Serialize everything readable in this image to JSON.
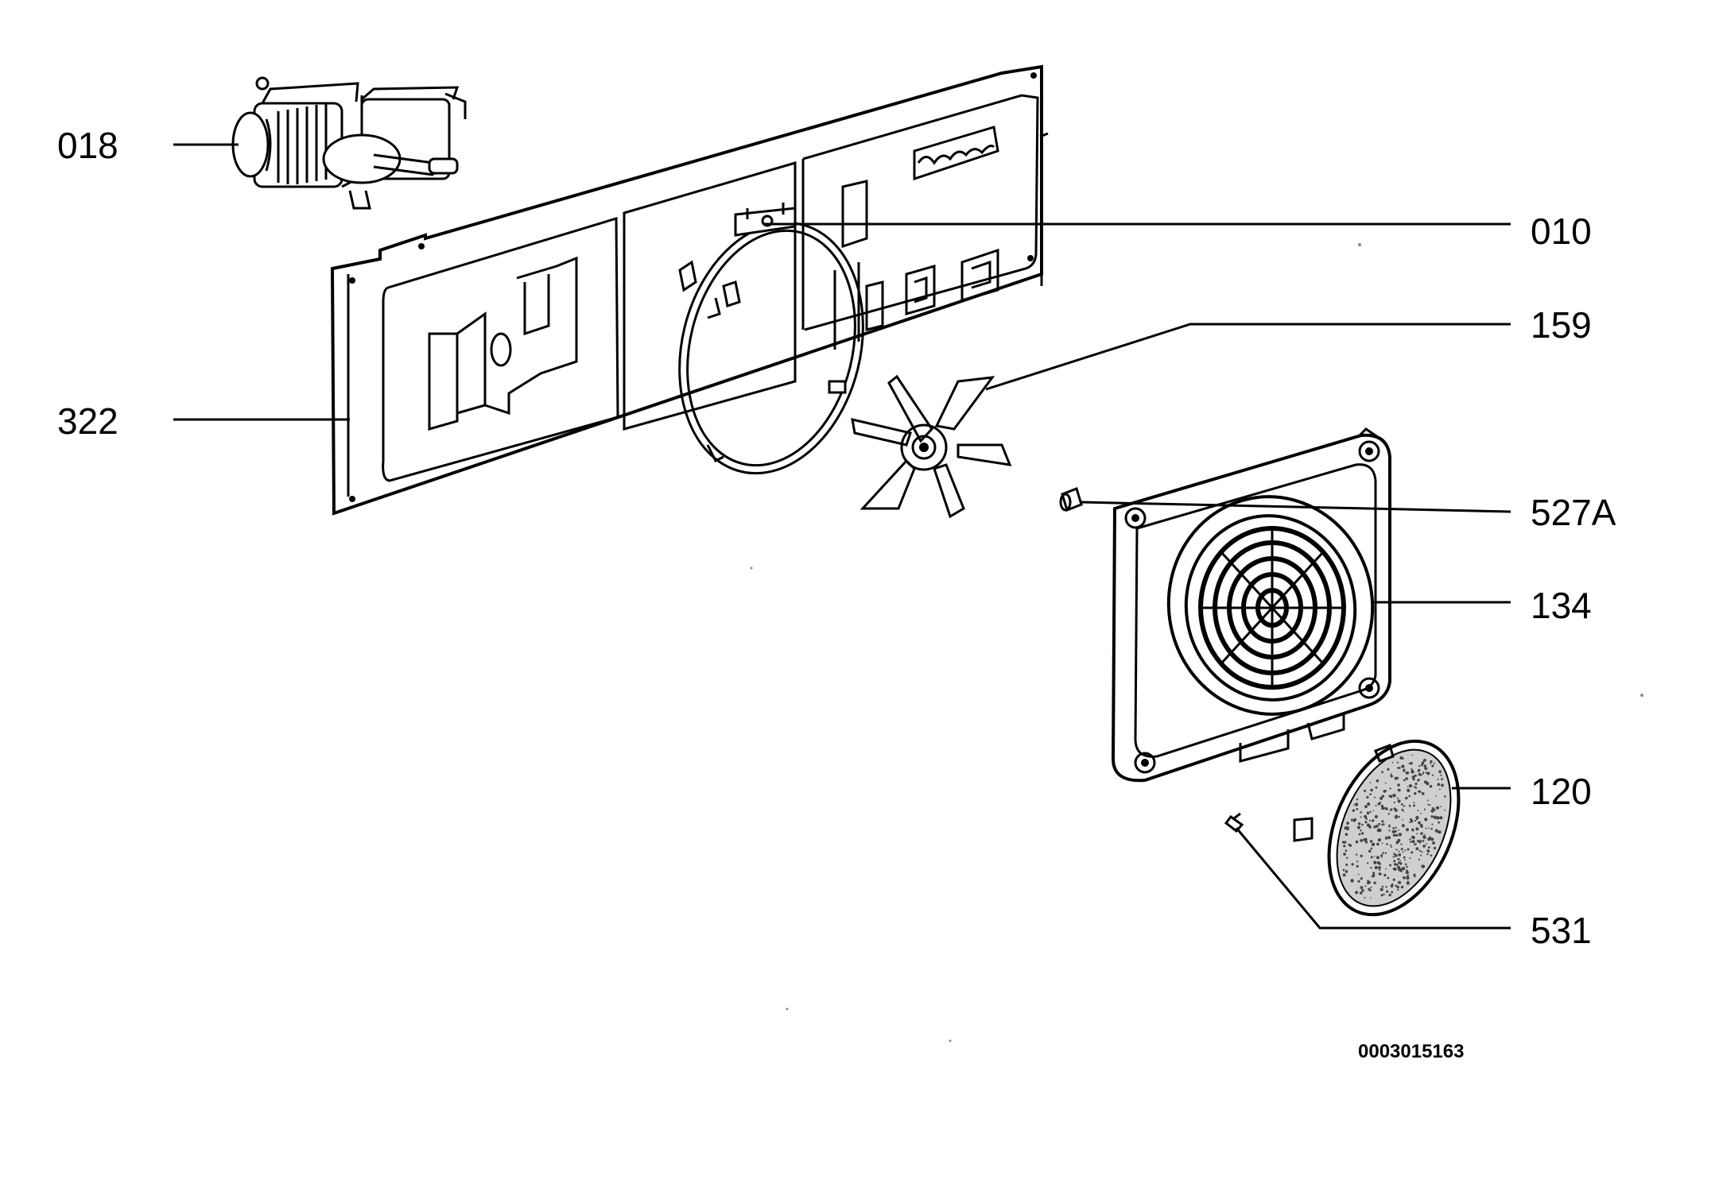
{
  "document_number": "0003015163",
  "parts": [
    {
      "id": "018",
      "label": "018",
      "component": "fan-motor"
    },
    {
      "id": "322",
      "label": "322",
      "component": "rear-panel"
    },
    {
      "id": "010",
      "label": "010",
      "component": "circular-heating-element"
    },
    {
      "id": "159",
      "label": "159",
      "component": "fan-blade"
    },
    {
      "id": "527A",
      "label": "527A",
      "component": "nut"
    },
    {
      "id": "134",
      "label": "134",
      "component": "fan-cover"
    },
    {
      "id": "120",
      "label": "120",
      "component": "grease-filter"
    },
    {
      "id": "531",
      "label": "531",
      "component": "screw"
    }
  ]
}
